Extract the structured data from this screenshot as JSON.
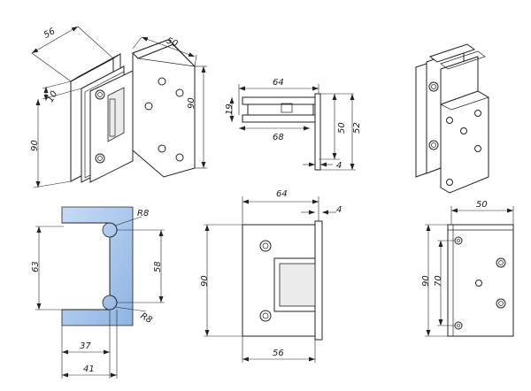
{
  "drawing": {
    "iso_left": {
      "d1": "56",
      "d2": "50",
      "d3": "10",
      "d4": "90",
      "d5": "90"
    },
    "top_view": {
      "w_top": "64",
      "w_bot": "68",
      "h_left": "19",
      "h_mid": "50",
      "h_right": "52",
      "thick": "4"
    },
    "cutout": {
      "r_top": "R8",
      "r_bot": "R8",
      "h_left": "63",
      "h_right": "58",
      "w_inner": "37",
      "w_outer": "41",
      "color": "#a9c8ec"
    },
    "front": {
      "w_top": "64",
      "thick": "4",
      "h": "90",
      "w_bot": "56"
    },
    "side": {
      "w": "50",
      "h_outer": "90",
      "h_inner": "70"
    }
  }
}
